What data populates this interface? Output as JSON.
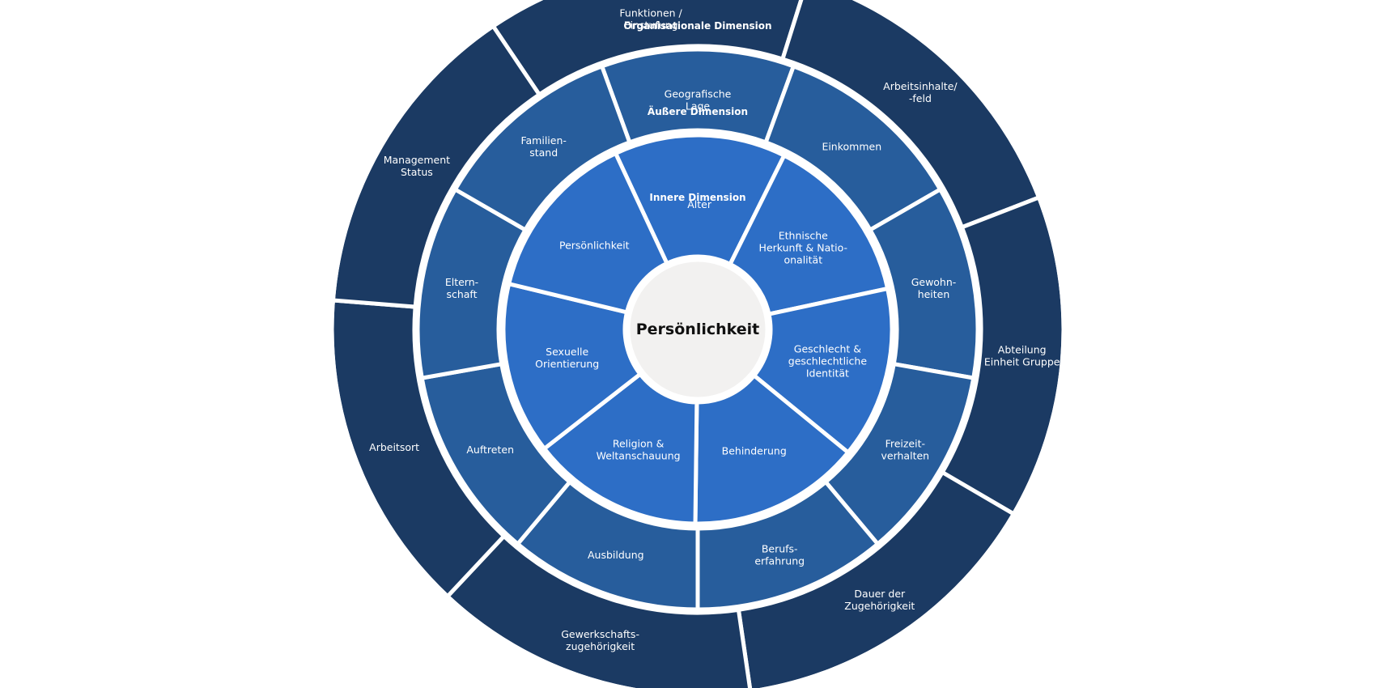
{
  "colors": {
    "outer": "#1b3a63",
    "middle": "#275d9c",
    "inner": "#2d6ec6",
    "center": "#f2f1f0"
  },
  "center": {
    "label": "Persönlichkeit"
  },
  "rings": [
    {
      "id": "inner",
      "title": "Innere Dimension",
      "segments": [
        {
          "lines": [
            "Alter"
          ]
        },
        {
          "lines": [
            "Ethnische",
            "Herkunft & Natio-",
            "onalität"
          ]
        },
        {
          "lines": [
            "Geschlecht &",
            "geschlechtliche",
            "Identität"
          ]
        },
        {
          "lines": [
            "Behinderung"
          ]
        },
        {
          "lines": [
            "Religion &",
            "Weltanschauung"
          ]
        },
        {
          "lines": [
            "Sexuelle",
            "Orientierung"
          ]
        },
        {
          "lines": [
            "Persönlichkeit"
          ]
        }
      ]
    },
    {
      "id": "middle",
      "title": "Äußere Dimension",
      "segments": [
        {
          "lines": [
            "Geografische",
            "Lage"
          ]
        },
        {
          "lines": [
            "Einkommen"
          ]
        },
        {
          "lines": [
            "Gewohn-",
            "heiten"
          ]
        },
        {
          "lines": [
            "Freizeit-",
            "verhalten"
          ]
        },
        {
          "lines": [
            "Berufs-",
            "erfahrung"
          ]
        },
        {
          "lines": [
            "Ausbildung"
          ]
        },
        {
          "lines": [
            "Auftreten"
          ]
        },
        {
          "lines": [
            "Eltern-",
            "schaft"
          ]
        },
        {
          "lines": [
            "Familien-",
            "stand"
          ]
        }
      ]
    },
    {
      "id": "outer",
      "title": "Organisationale Dimension",
      "segments": [
        {
          "lines": [
            "Funktionen /",
            "Einstufung"
          ]
        },
        {
          "lines": [
            "Arbeitsinhalte/",
            "-feld"
          ]
        },
        {
          "lines": [
            "Abteilung",
            "Einheit Gruppe"
          ]
        },
        {
          "lines": [
            "Dauer der",
            "Zugehörigkeit"
          ]
        },
        {
          "lines": [
            "Gewerkschafts-",
            "zugehörigkeit"
          ]
        },
        {
          "lines": [
            "Arbeitsort"
          ]
        },
        {
          "lines": [
            "Management",
            "Status"
          ]
        }
      ]
    }
  ]
}
